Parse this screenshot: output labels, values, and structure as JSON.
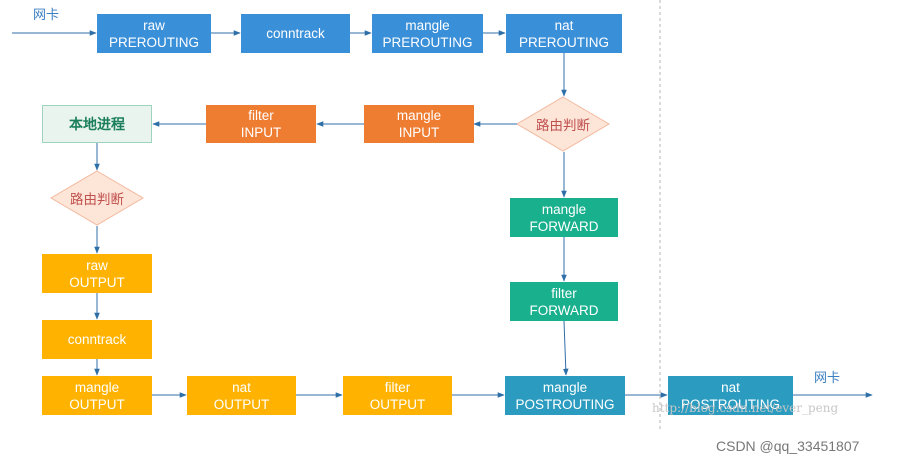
{
  "nic_label_in": "网卡",
  "nic_label_out": "网卡",
  "nodes": {
    "raw_prerouting": [
      "raw",
      "PREROUTING"
    ],
    "conntrack_pre": [
      "conntrack"
    ],
    "mangle_prerouting": [
      "mangle",
      "PREROUTING"
    ],
    "nat_prerouting": [
      "nat",
      "PREROUTING"
    ],
    "route_decision_1": "路由判断",
    "mangle_input": [
      "mangle",
      "INPUT"
    ],
    "filter_input": [
      "filter",
      "INPUT"
    ],
    "local_process": "本地进程",
    "route_decision_2": "路由判断",
    "raw_output": [
      "raw",
      "OUTPUT"
    ],
    "conntrack_out": [
      "conntrack"
    ],
    "mangle_output": [
      "mangle",
      "OUTPUT"
    ],
    "nat_output": [
      "nat",
      "OUTPUT"
    ],
    "filter_output": [
      "filter",
      "OUTPUT"
    ],
    "mangle_forward": [
      "mangle",
      "FORWARD"
    ],
    "filter_forward": [
      "filter",
      "FORWARD"
    ],
    "mangle_postrouting": [
      "mangle",
      "POSTROUTING"
    ],
    "nat_postrouting": [
      "nat",
      "POSTROUTING"
    ]
  },
  "watermark": "http://blog.csdn.net/ever_peng",
  "credit": "CSDN @qq_33451807",
  "colors": {
    "prerouting": "#3a8fd9",
    "input": "#ee7d31",
    "forward": "#19b08d",
    "output": "#ffb300",
    "postrouting": "#2b9cbf",
    "decision_fill": "#fde5d8",
    "arrow": "#2f6fa8"
  }
}
